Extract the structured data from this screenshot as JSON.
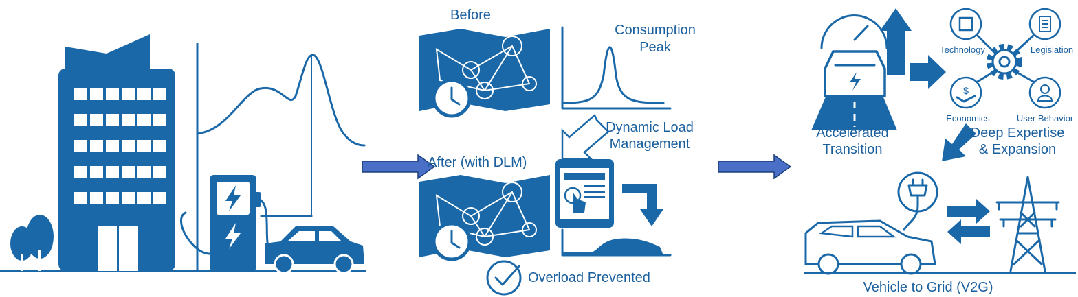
{
  "colors": {
    "primary": "#1a68a8",
    "arrow": "#4a6fc7",
    "text": "#1a5f9e"
  },
  "middle": {
    "before_label": "Before",
    "consumption_peak": [
      "Consumption",
      "Peak"
    ],
    "dynamic_load_management": [
      "Dynamic Load",
      "Management"
    ],
    "after_label": "After (with DLM)",
    "overload_prevented": "Overload Prevented"
  },
  "right": {
    "accelerated_transition": [
      "Accelerated",
      "Transition"
    ],
    "factors": [
      "Technology",
      "Legislation",
      "Economics",
      "User Behavior"
    ],
    "deep_expertise": [
      "Deep Expertise",
      "& Expansion"
    ],
    "v2g_label": "Vehicle to Grid (V2G)"
  }
}
